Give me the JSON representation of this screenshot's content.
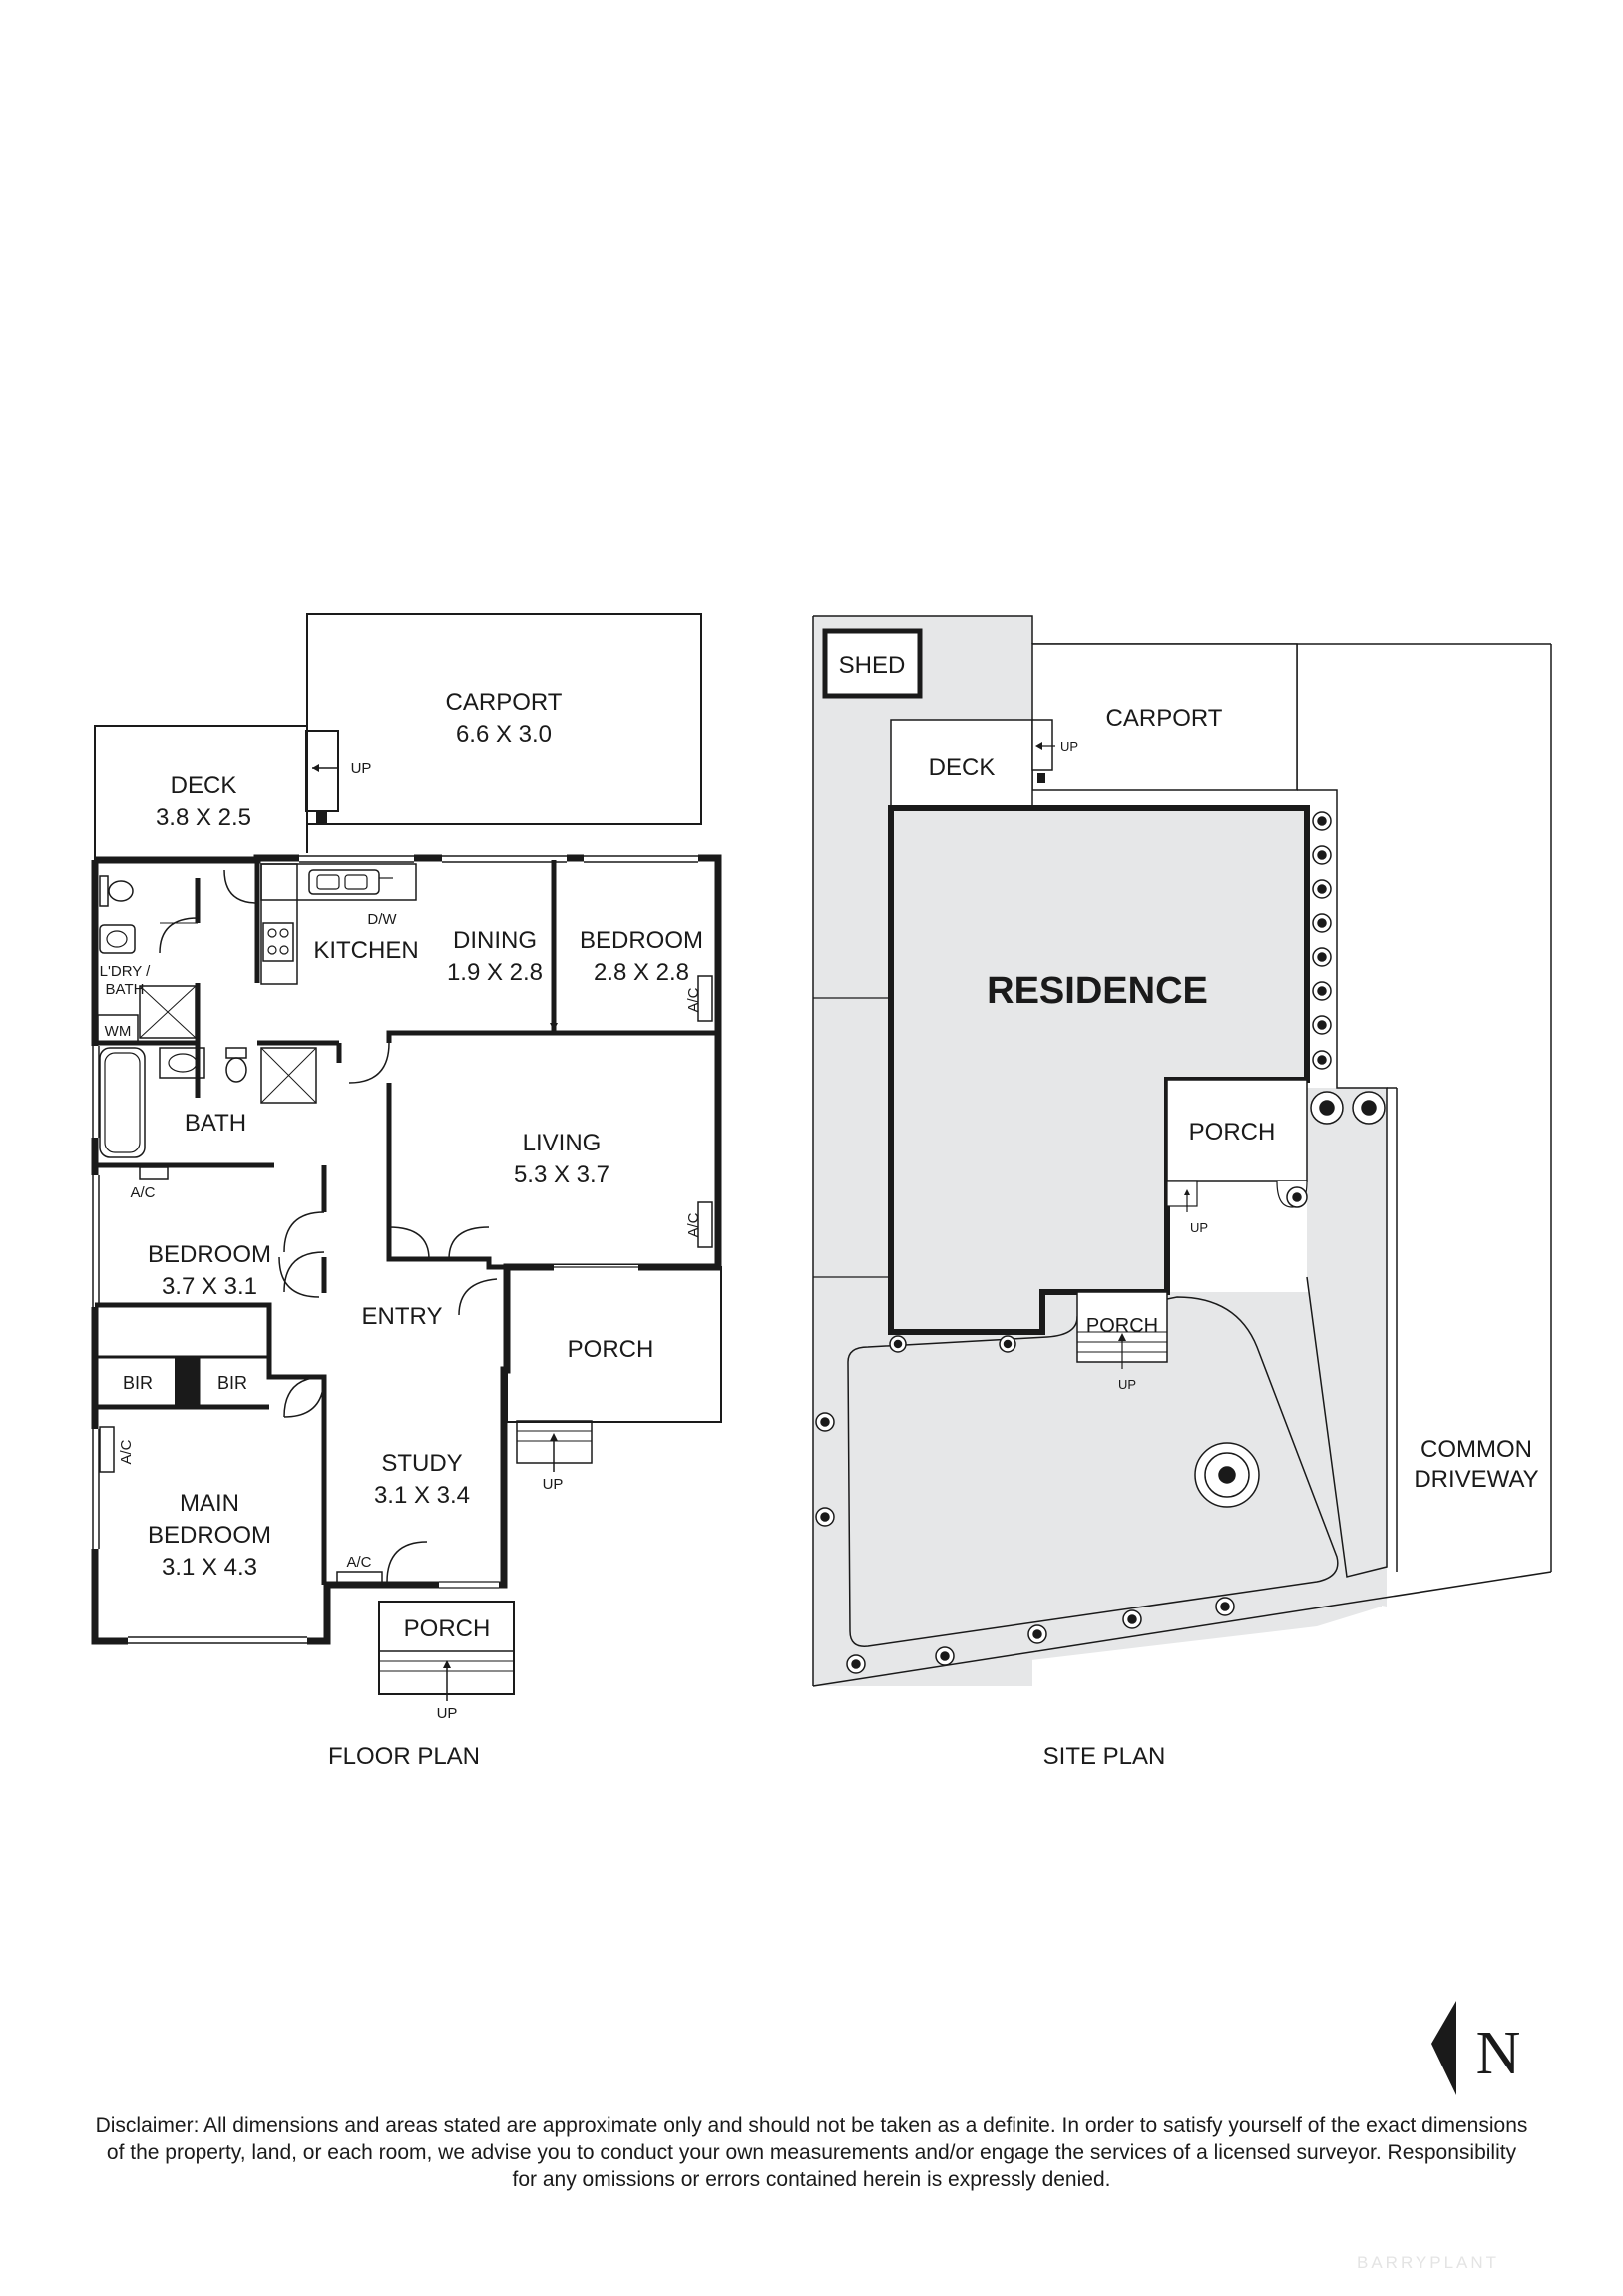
{
  "floor_plan": {
    "title": "FLOOR PLAN",
    "rooms": {
      "carport": {
        "name": "CARPORT",
        "dims": "6.6 X 3.0"
      },
      "deck": {
        "name": "DECK",
        "dims": "3.8 X 2.5"
      },
      "kitchen": {
        "name": "KITCHEN"
      },
      "dining": {
        "name": "DINING",
        "dims": "1.9 X 2.8"
      },
      "bedroom_front": {
        "name": "BEDROOM",
        "dims": "2.8 X 2.8"
      },
      "laundry_bath": {
        "line1": "L'DRY /",
        "line2": "BATH"
      },
      "bath": {
        "name": "BATH"
      },
      "living": {
        "name": "LIVING",
        "dims": "5.3 X 3.7"
      },
      "bedroom_mid": {
        "name": "BEDROOM",
        "dims": "3.7 X 3.1"
      },
      "entry": {
        "name": "ENTRY"
      },
      "porch_side": {
        "name": "PORCH"
      },
      "main_bedroom": {
        "line1": "MAIN",
        "line2": "BEDROOM",
        "dims": "3.1 X 4.3"
      },
      "study": {
        "name": "STUDY",
        "dims": "3.1 X 3.4"
      },
      "porch_front": {
        "name": "PORCH"
      }
    },
    "labels": {
      "dw": "D/W",
      "wm": "WM",
      "ac": "A/C",
      "bir": "BIR",
      "up": "UP"
    }
  },
  "site_plan": {
    "title": "SITE PLAN",
    "shed": "SHED",
    "carport": "CARPORT",
    "deck": "DECK",
    "residence": "RESIDENCE",
    "porch": "PORCH",
    "porch_front": "PORCH",
    "common_driveway_line1": "COMMON",
    "common_driveway_line2": "DRIVEWAY",
    "up": "UP"
  },
  "north_label": "N",
  "disclaimer": {
    "line1": "Disclaimer: All dimensions and areas stated are approximate only and should not be taken as a definite. In order to satisfy yourself of the exact dimensions",
    "line2": "of the property, land, or each room, we advise you to conduct your own measurements and/or engage the services of a licensed surveyor. Responsibility",
    "line3": "for any omissions or errors contained herein is expressly denied."
  },
  "watermark": "BARRYPLANT",
  "colors": {
    "ink": "#1a1a1a",
    "site_fill": "#e6e7e8",
    "watermark": "#e4e4e4"
  }
}
